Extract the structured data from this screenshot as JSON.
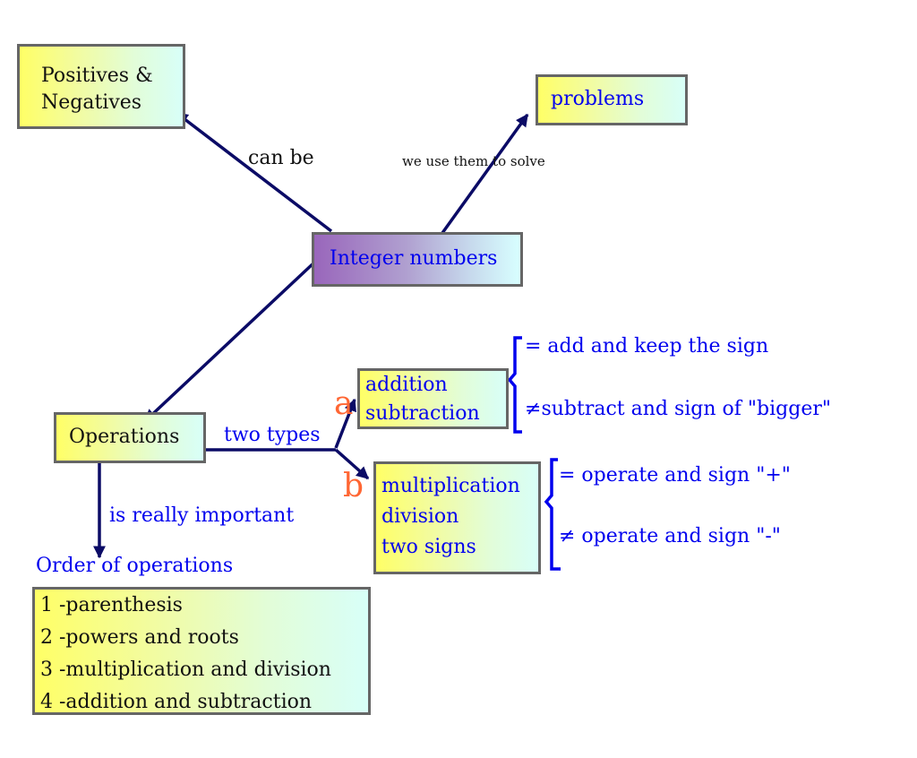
{
  "nodes": {
    "positives_negatives": {
      "lines": [
        "Positives &",
        "Negatives"
      ]
    },
    "problems": {
      "label": "problems"
    },
    "integer_numbers": {
      "label": "Integer numbers"
    },
    "operations": {
      "label": "Operations"
    },
    "addition_subtraction": {
      "lines": [
        "addition",
        "subtraction"
      ]
    },
    "multiplication_division": {
      "lines": [
        "multiplication",
        "division",
        "two signs"
      ]
    },
    "order_list": {
      "title": "Order of operations",
      "items": [
        "1 -parenthesis",
        "2 -powers and roots",
        "3 -multiplication and division",
        "4 -addition and subtraction"
      ]
    }
  },
  "links": {
    "can_be": "can be",
    "we_use_them_to_solve": "we use them to solve",
    "two_types": "two types",
    "is_really_important": "is really important",
    "marker_a": "a",
    "marker_b": "b"
  },
  "rules": {
    "addition_subtraction": [
      {
        "symbol": "=",
        "text": " add and keep the sign"
      },
      {
        "symbol": "≠",
        "text": "subtract and sign of \"bigger\""
      }
    ],
    "multiplication_division": [
      {
        "symbol": "=",
        "text": " operate and sign \"+\""
      },
      {
        "symbol": "≠",
        "text": " operate and sign \"-\""
      }
    ]
  },
  "colors": {
    "arrow": "#0b0b66",
    "link_text_blue": "#0000ee",
    "marker_orange": "#ff6633",
    "node_border": "#666666",
    "brace_blue": "#0000ee"
  }
}
